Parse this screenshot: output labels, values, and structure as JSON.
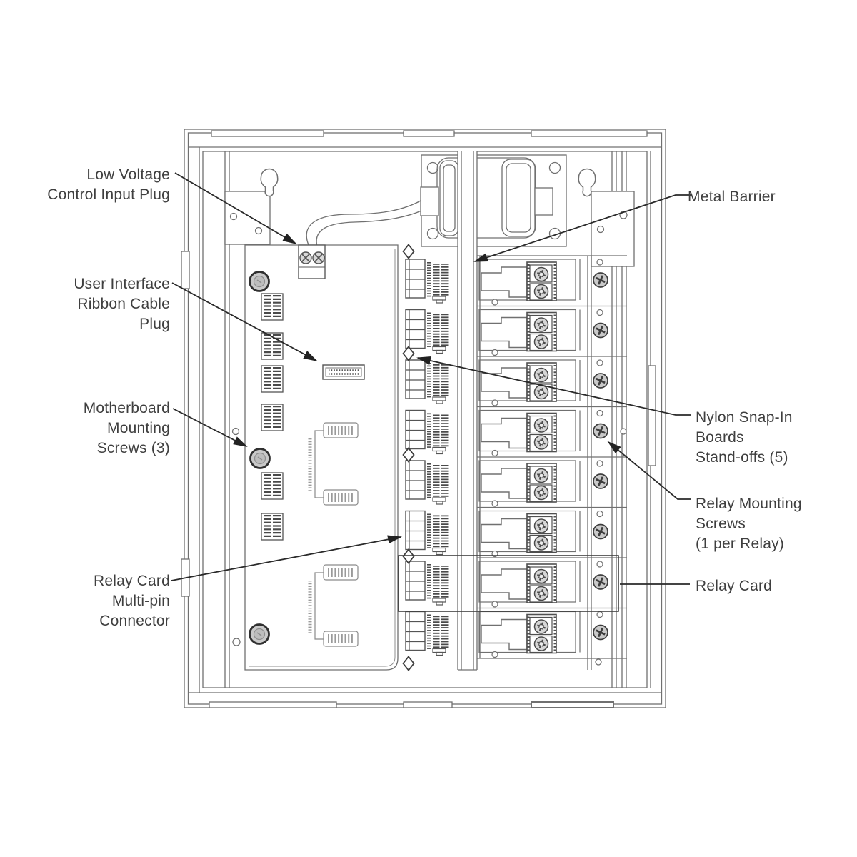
{
  "diagram": {
    "type": "technical line drawing",
    "subject": "relay lighting-control panel interior",
    "counts": {
      "relay_rows": 8,
      "standoffs": 5,
      "motherboard_screws": 3
    },
    "colors": {
      "background": "#ffffff",
      "line": "#707070",
      "detail_line": "#4c4c4c",
      "leader": "#2a2a2a",
      "text": "#3f3f3f",
      "screw_fill": "#c9c9c9"
    }
  },
  "callouts": {
    "left": [
      {
        "id": "low-voltage-control-input-plug",
        "lines": [
          "Low Voltage",
          "Control Input Plug"
        ]
      },
      {
        "id": "user-interface-ribbon-cable-plug",
        "lines": [
          "User Interface",
          "Ribbon Cable",
          "Plug"
        ]
      },
      {
        "id": "motherboard-mounting-screws",
        "lines": [
          "Motherboard",
          "Mounting",
          "Screws (3)"
        ]
      },
      {
        "id": "relay-card-multi-pin-connector",
        "lines": [
          "Relay Card",
          "Multi-pin",
          "Connector"
        ]
      }
    ],
    "right": [
      {
        "id": "metal-barrier",
        "lines": [
          "Metal Barrier"
        ]
      },
      {
        "id": "nylon-snap-in-boards-stand-offs",
        "lines": [
          "Nylon Snap-In",
          "Boards",
          "Stand-offs (5)"
        ]
      },
      {
        "id": "relay-mounting-screws",
        "lines": [
          "Relay Mounting",
          "Screws",
          "(1 per Relay)"
        ]
      },
      {
        "id": "relay-card",
        "lines": [
          "Relay Card"
        ]
      }
    ]
  }
}
